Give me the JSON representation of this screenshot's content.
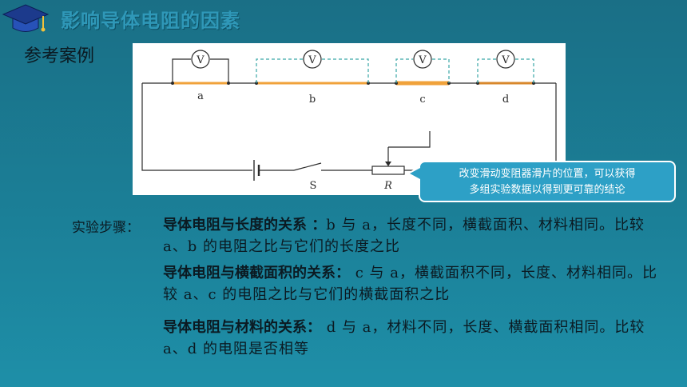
{
  "header": {
    "title": "影响导体电阻的因素"
  },
  "subtitle": "参考案例",
  "circuit": {
    "meter_label": "V",
    "wire_labels": [
      "a",
      "b",
      "c",
      "d"
    ],
    "switch_label": "S",
    "rheostat_label": "R",
    "colors": {
      "wire": "#f0a23a",
      "line": "#2b2b2b",
      "dashed": "#3aa6a6"
    }
  },
  "callout": {
    "line1": "改变滑动变阻器滑片的位置，可以获得",
    "line2": "多组实验数据以得到更可靠的结论"
  },
  "steps": {
    "label": "实验步骤：",
    "items": [
      {
        "heading": "导体电阻与长度的关系 ：",
        "text": "b 与 a，长度不同，横截面积、材料相同。比较 a、b 的电阻之比与它们的长度之比"
      },
      {
        "heading": "导体电阻与横截面积的关系：",
        "text": " c 与 a，横截面积不同，长度、材料相同。比较 a、c 的电阻之比与它们的横截面积之比"
      },
      {
        "heading": "导体电阻与材料的关系：",
        "text": " d 与 a，材料不同，长度、横截面积相同。比较 a、d 的电阻是否相等"
      }
    ]
  }
}
